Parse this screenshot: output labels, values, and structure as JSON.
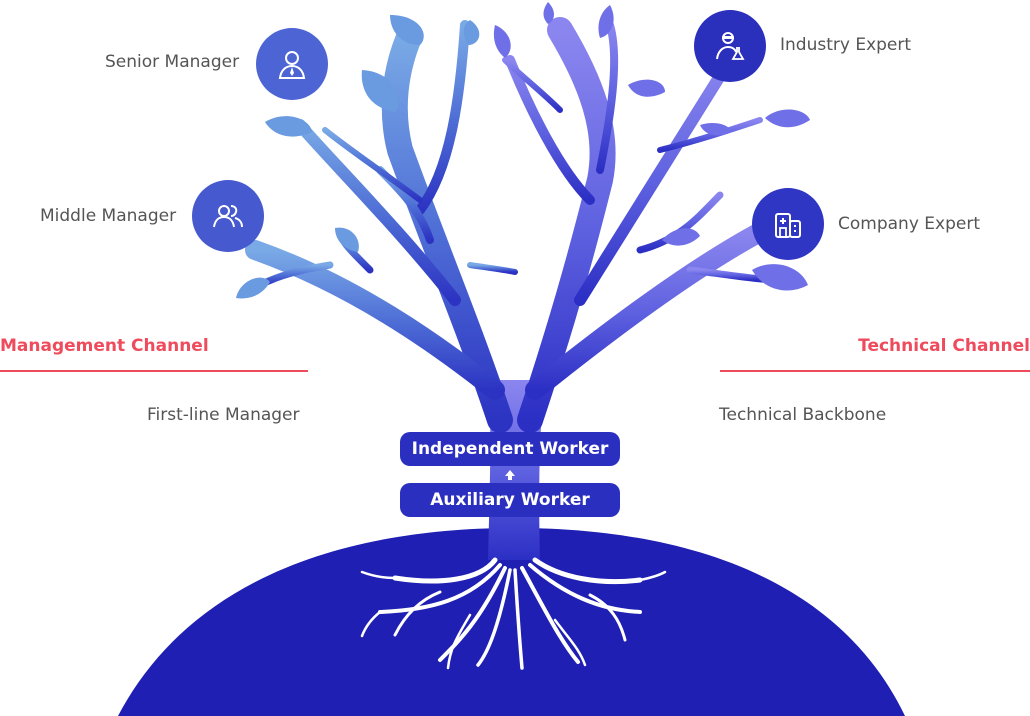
{
  "management": {
    "channel_title": "Management Channel",
    "senior_manager": "Senior Manager",
    "middle_manager": "Middle Manager",
    "first_line_manager": "First-line Manager"
  },
  "technical": {
    "channel_title": "Technical Channel",
    "industry_expert": "Industry Expert",
    "company_expert": "Company Expert",
    "technical_backbone": "Technical Backbone"
  },
  "trunk": {
    "independent_worker": "Independent Worker",
    "auxiliary_worker": "Auxiliary Worker"
  },
  "icons": {
    "senior_manager": "manager-person-icon",
    "middle_manager": "group-people-icon",
    "industry_expert": "scientist-icon",
    "company_expert": "building-icon",
    "arrow": "arrow-up-icon"
  },
  "colors": {
    "accent_red": "#ee4c5c",
    "hill_navy": "#1f1fb3",
    "circle_blue": "#3d47c9",
    "branch_light": "#6a9ae0",
    "branch_purple": "#6d6ee8",
    "text_gray": "#555555"
  }
}
